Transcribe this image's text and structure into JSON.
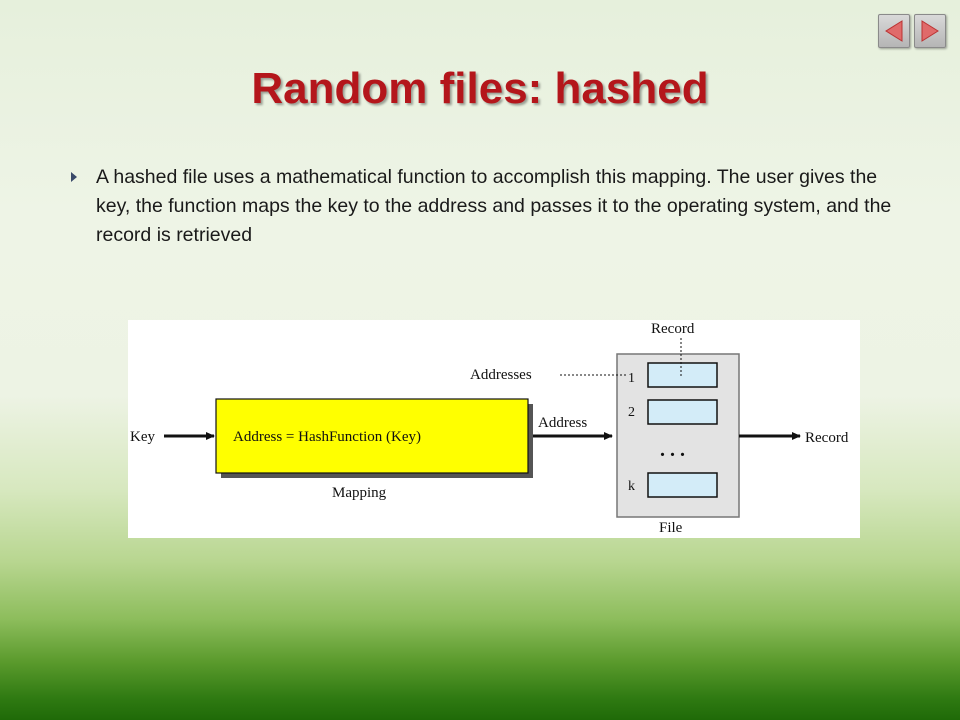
{
  "slide": {
    "title": "Random files: hashed",
    "bullets": [
      "A hashed file uses a mathematical function to accomplish this mapping. The user gives the key, the function maps the key to the address and passes it to the operating system, and the record is retrieved"
    ]
  },
  "diagram": {
    "key_label": "Key",
    "function_label": "Address = HashFunction (Key)",
    "mapping_label": "Mapping",
    "address_label": "Address",
    "addresses_label": "Addresses",
    "record_top_label": "Record",
    "record_out_label": "Record",
    "file_label": "File",
    "slot_labels": [
      "1",
      "2",
      "k"
    ],
    "ellipsis": ". . ."
  },
  "colors": {
    "title": "#b4161b",
    "function_box": "#ffff00",
    "slot_fill": "#d3ecf8",
    "file_fill": "#e3e3e3"
  },
  "icons": [
    "triangle-left-icon",
    "triangle-right-icon",
    "bullet-arrow-icon"
  ]
}
